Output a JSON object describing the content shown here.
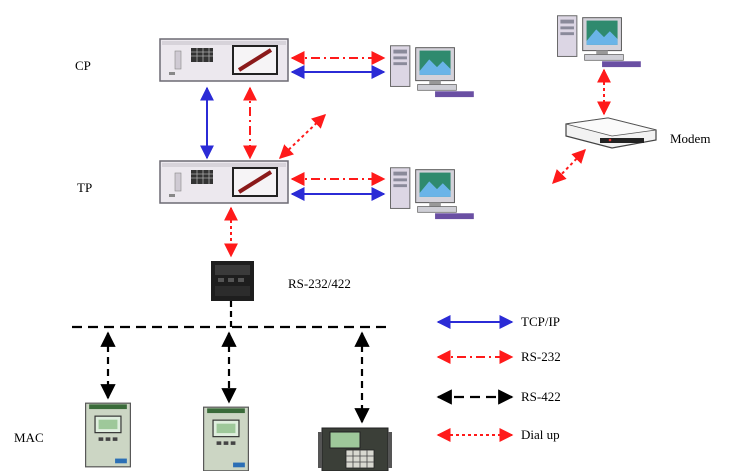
{
  "labels": {
    "cp": "CP",
    "tp": "TP",
    "converter": "RS-232/422",
    "modem": "Modem",
    "mac": "MAC"
  },
  "legend": [
    {
      "label": "TCP/IP",
      "style": "solid",
      "color": "#2b2bd6"
    },
    {
      "label": "RS-232",
      "style": "dashdot",
      "color": "#ff1a1a"
    },
    {
      "label": "RS-422",
      "style": "dashed",
      "color": "#000000"
    },
    {
      "label": "Dial up",
      "style": "dotted",
      "color": "#ff1a1a"
    }
  ],
  "colors": {
    "tcpip": "#2b2bd6",
    "rs232": "#ff1a1a",
    "rs422": "#000000",
    "dialup": "#ff1a1a",
    "server_body": "#ece8ee",
    "monitor_screen": "#2f8a6e"
  }
}
